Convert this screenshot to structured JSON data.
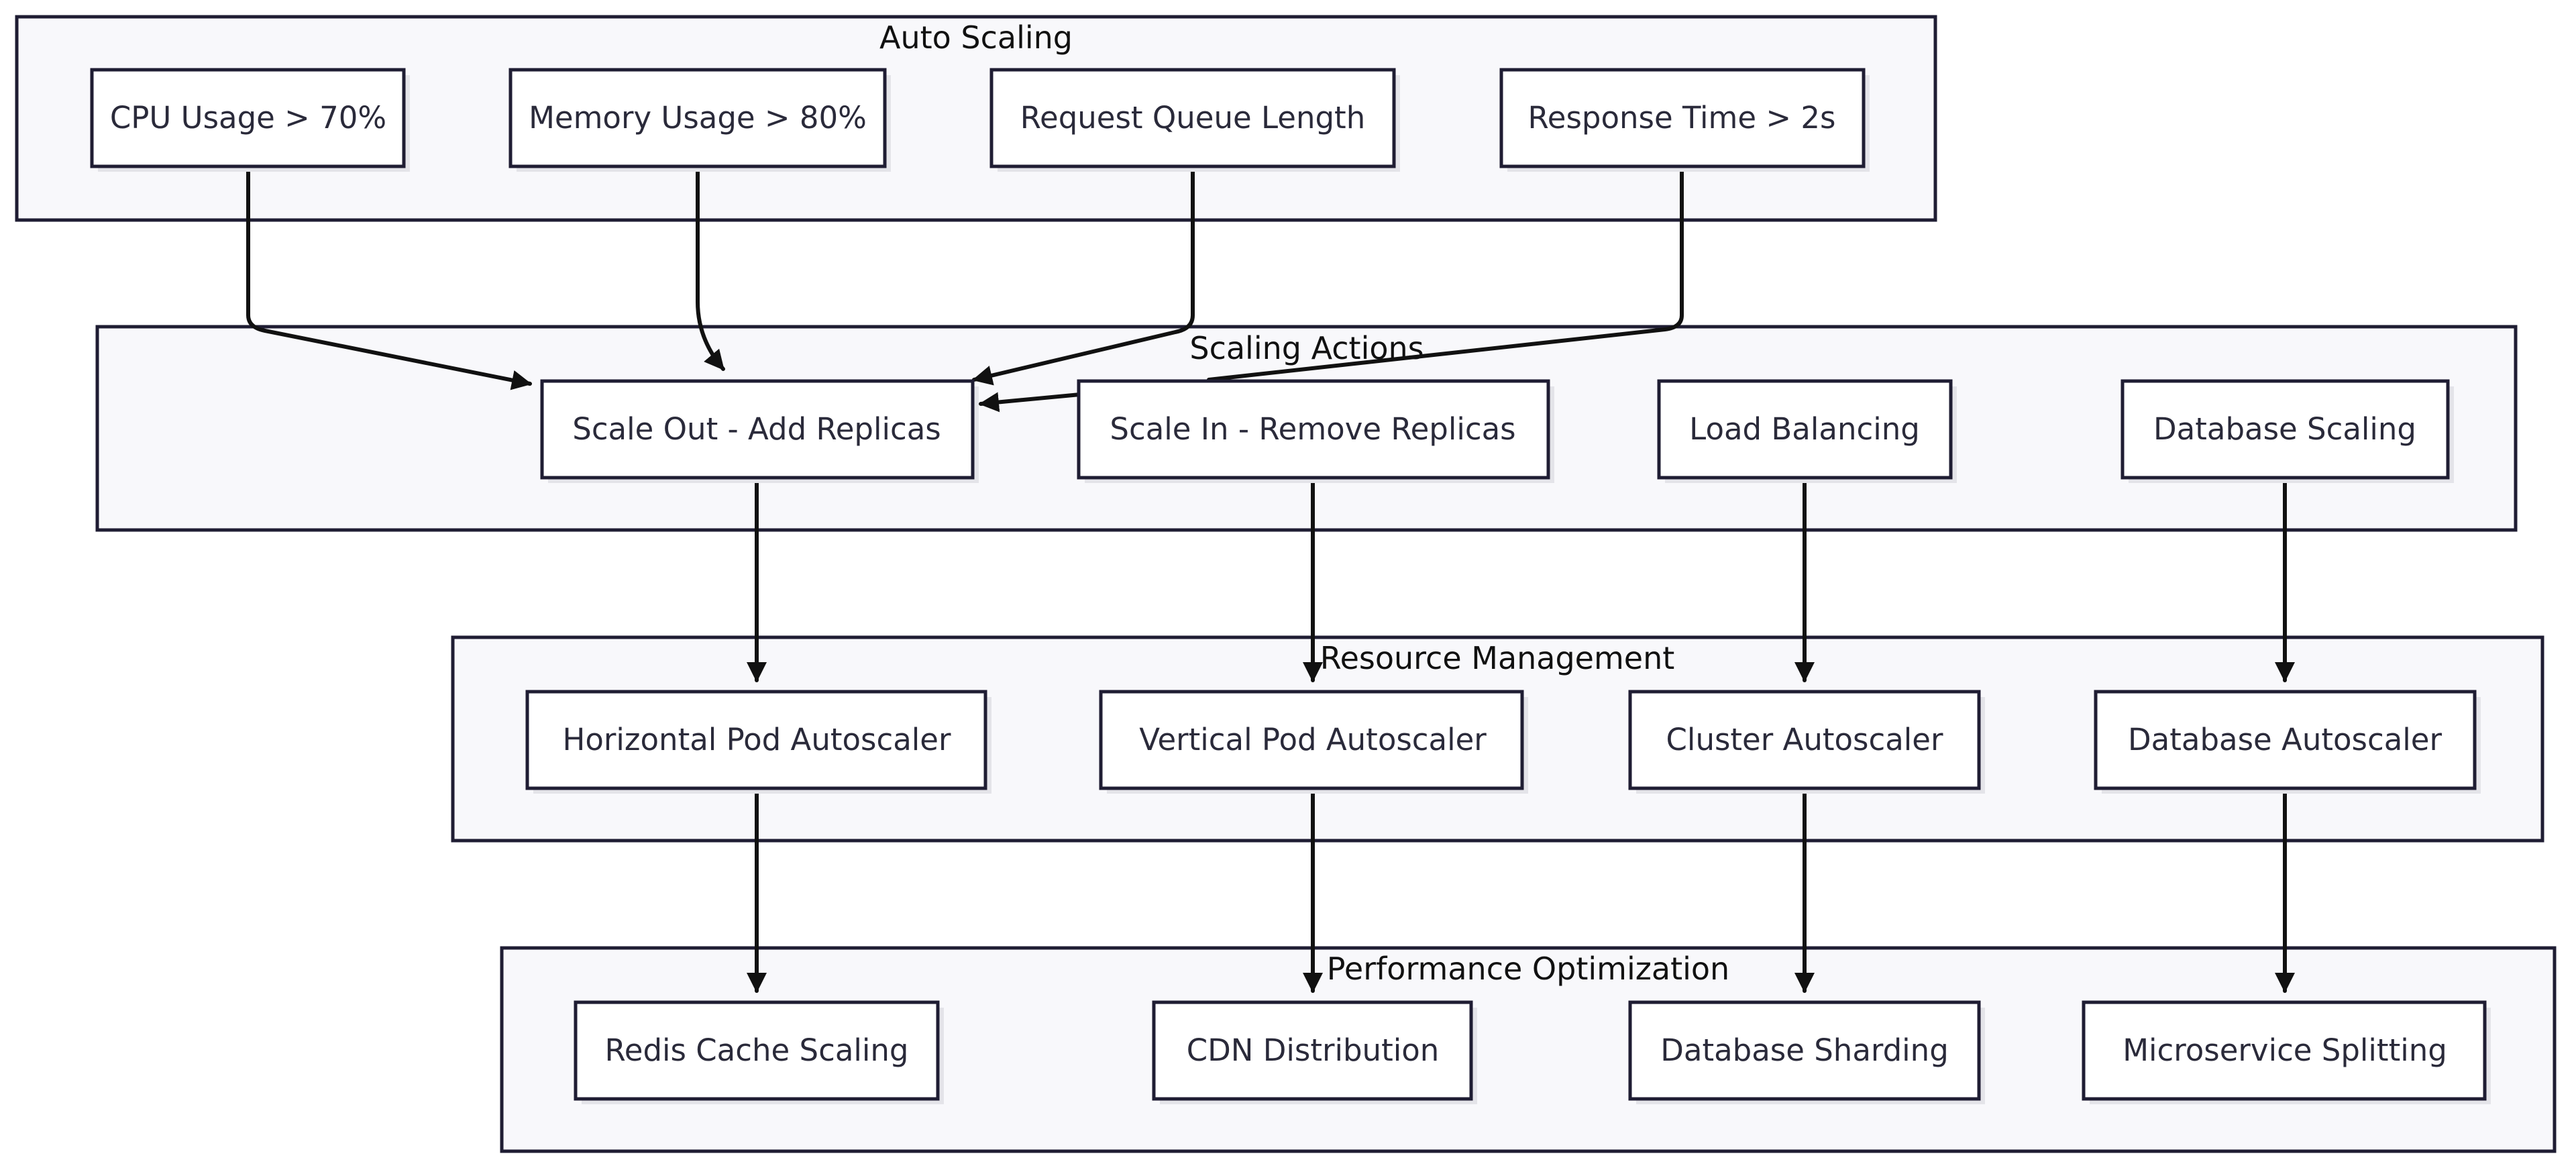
{
  "colors": {
    "cluster_fill": "#f8f8fb",
    "border": "#1f1d33",
    "node_fill": "#ffffff",
    "edge": "#111111",
    "text": "#2a2a3a"
  },
  "clusters": {
    "auto_scaling": {
      "label": "Auto Scaling",
      "nodes": {
        "cpu": "CPU Usage > 70%",
        "memory": "Memory Usage > 80%",
        "queue": "Request Queue Length",
        "response": "Response Time > 2s"
      }
    },
    "scaling_actions": {
      "label": "Scaling Actions",
      "nodes": {
        "scale_out": "Scale Out - Add Replicas",
        "scale_in": "Scale In - Remove Replicas",
        "load_balancing": "Load Balancing",
        "db_scaling": "Database Scaling"
      }
    },
    "resource_management": {
      "label": "Resource Management",
      "nodes": {
        "hpa": "Horizontal Pod Autoscaler",
        "vpa": "Vertical Pod Autoscaler",
        "cluster_autoscaler": "Cluster Autoscaler",
        "db_autoscaler": "Database Autoscaler"
      }
    },
    "performance_optimization": {
      "label": "Performance Optimization",
      "nodes": {
        "redis": "Redis Cache Scaling",
        "cdn": "CDN Distribution",
        "sharding": "Database Sharding",
        "microservice": "Microservice Splitting"
      }
    }
  },
  "edges": [
    {
      "from": "cpu",
      "to": "scale_out"
    },
    {
      "from": "memory",
      "to": "scale_out"
    },
    {
      "from": "queue",
      "to": "scale_out"
    },
    {
      "from": "response",
      "to": "scale_out"
    },
    {
      "from": "scale_out",
      "to": "hpa"
    },
    {
      "from": "scale_in",
      "to": "vpa"
    },
    {
      "from": "load_balancing",
      "to": "cluster_autoscaler"
    },
    {
      "from": "db_scaling",
      "to": "db_autoscaler"
    },
    {
      "from": "hpa",
      "to": "redis"
    },
    {
      "from": "vpa",
      "to": "cdn"
    },
    {
      "from": "cluster_autoscaler",
      "to": "sharding"
    },
    {
      "from": "db_autoscaler",
      "to": "microservice"
    }
  ]
}
